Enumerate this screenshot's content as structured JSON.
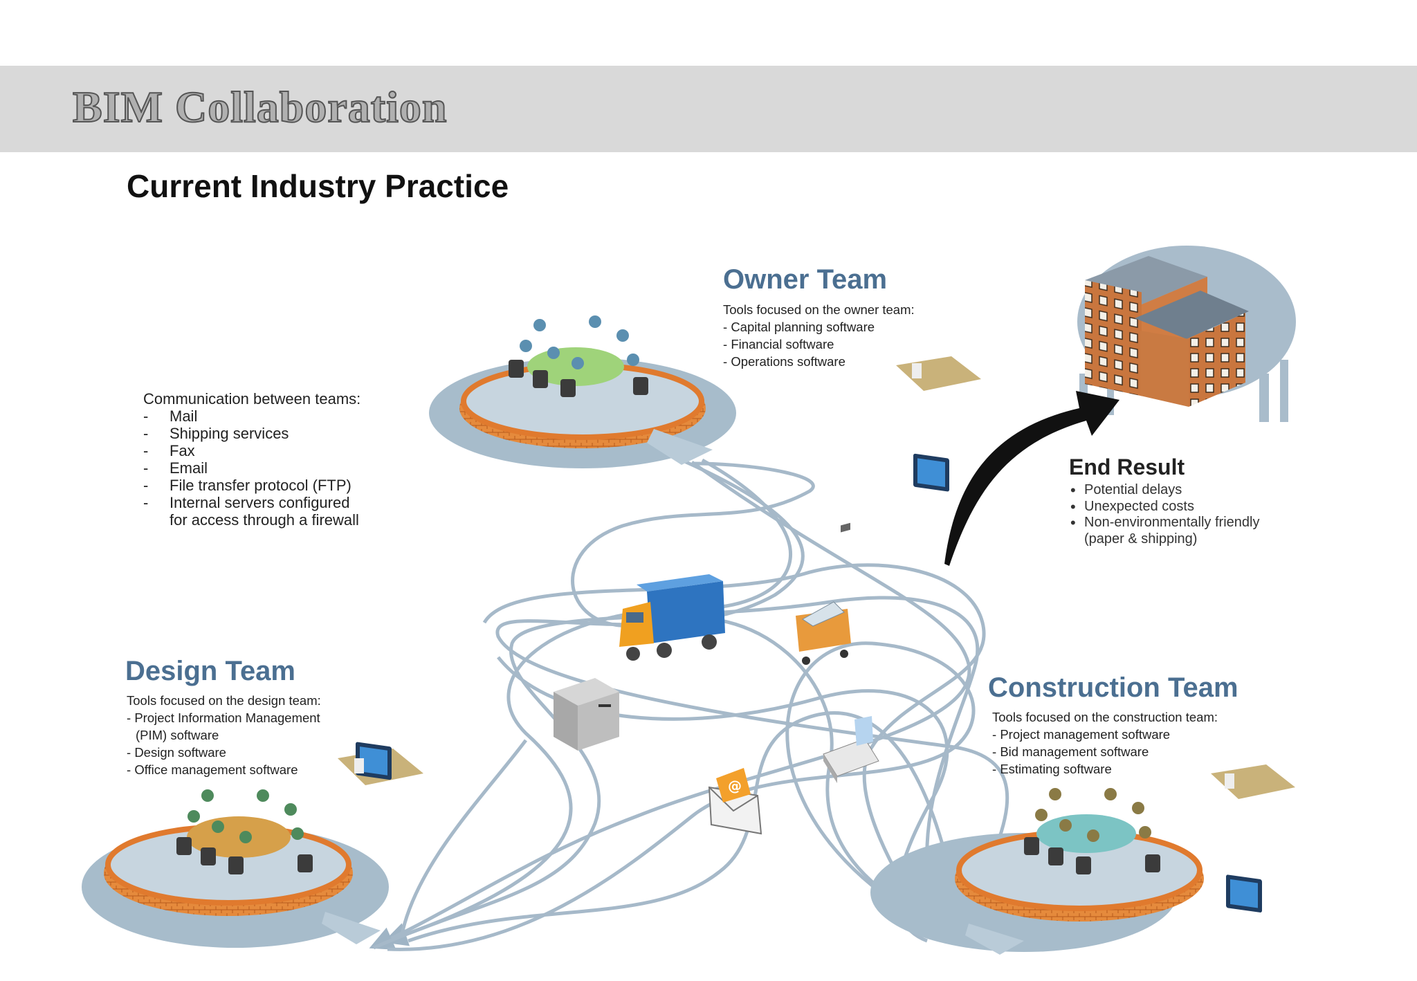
{
  "slide": {
    "title": "BIM Collaboration",
    "subtitle": "Current Industry Practice"
  },
  "owner_team": {
    "title": "Owner Team",
    "intro": "Tools focused on the owner team:",
    "items": [
      "Capital planning software",
      "Financial software",
      "Operations software"
    ]
  },
  "design_team": {
    "title": "Design Team",
    "intro": "Tools focused on the design team:",
    "items": [
      "Project Information Management",
      "(PIM) software",
      "Design software",
      "Office management software"
    ]
  },
  "construction_team": {
    "title": "Construction Team",
    "intro": "Tools focused on the construction team:",
    "items": [
      "Project management software",
      "Bid management software",
      "Estimating software"
    ]
  },
  "communication": {
    "heading": "Communication between teams:",
    "items": [
      "Mail",
      "Shipping services",
      "Fax",
      "Email",
      "File transfer protocol (FTP)",
      "Internal servers configured",
      "for access through a firewall"
    ]
  },
  "end_result": {
    "title": "End Result",
    "items": [
      "Potential delays",
      "Unexpected costs",
      "Non-environmentally friendly",
      "(paper & shipping)"
    ]
  },
  "colors": {
    "team_title": "#4b6f91",
    "title_bar": "#d9d9d9",
    "wall": "#e07a2e",
    "platform": "#9db3c4",
    "line": "#9fb4c5",
    "arrow": "#111111"
  },
  "icons": [
    "meeting-platform",
    "computer-monitor-icon",
    "delivery-truck-icon",
    "mail-cart-icon",
    "server-icon",
    "fax-machine-icon",
    "email-envelope-icon",
    "building-icon",
    "curved-arrow"
  ]
}
